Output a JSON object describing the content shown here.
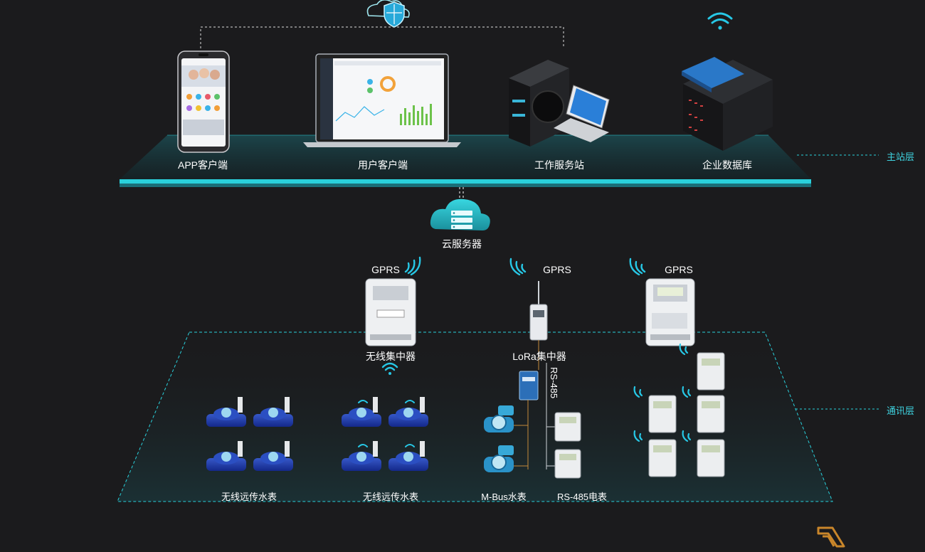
{
  "layers": {
    "master_station": "主站层",
    "communication": "通讯层"
  },
  "master": {
    "app_client": "APP客户端",
    "user_client": "用户客户端",
    "workstation": "工作服务站",
    "database": "企业数据库"
  },
  "cloud": {
    "label": "云服务器"
  },
  "concentrators": {
    "gprs_left": "GPRS",
    "gprs_mid": "GPRS",
    "gprs_right": "GPRS",
    "wireless": "无线集中器",
    "lora": "LoRa集中器",
    "rs485_vertical": "RS-485"
  },
  "meters": {
    "wireless_water_1": "无线远传水表",
    "wireless_water_2": "无线远传水表",
    "mbus_water": "M-Bus水表",
    "rs485_electric": "RS-485电表"
  },
  "colors": {
    "accent": "#27c8d6",
    "background": "#1b1b1d",
    "meter_blue": "#1f3fa8",
    "brand": "#c9862a"
  }
}
